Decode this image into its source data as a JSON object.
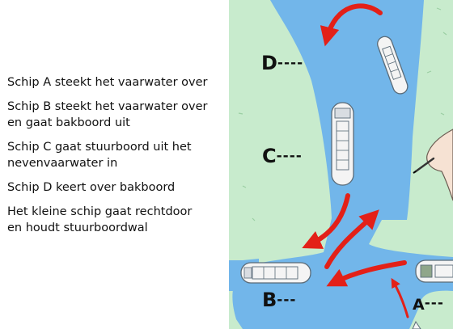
{
  "statements": [
    "Schip A steekt het vaarwater over",
    "Schip B steekt het vaarwater over\nen gaat bakboord uit",
    "Schip C gaat stuurboord uit het\nnevenvaarwater in",
    "Schip D keert over bakboord",
    "Het kleine schip gaat rechtdoor\nen houdt stuurboordwal"
  ],
  "labels": {
    "d": {
      "letter": "D",
      "dashes": "----"
    },
    "c": {
      "letter": "C",
      "dashes": "----"
    },
    "b": {
      "letter": "B",
      "dashes": "---"
    },
    "a": {
      "letter": "A",
      "dashes": "---"
    }
  },
  "colors": {
    "water": "#72B6EA",
    "land": "#C8EBCD",
    "arrow": "#E32018",
    "hull": "#F4F4F4"
  }
}
